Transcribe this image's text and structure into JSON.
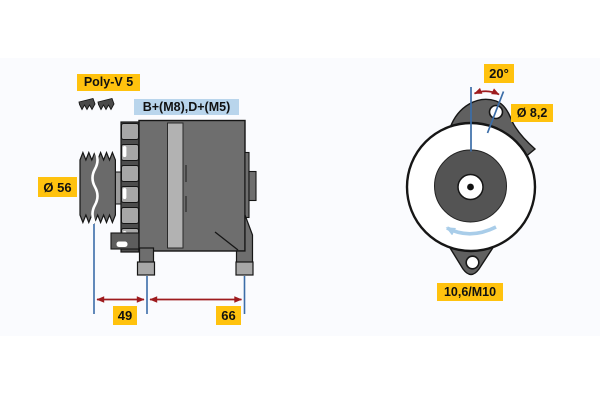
{
  "drawing": {
    "title": "alternator-technical-drawing",
    "side_view": {
      "belt_type_label": "Poly-V 5",
      "terminals_label": "B+(M8),D+(M5)",
      "pulley_diameter_label": "Ø 56",
      "dimension_pulley_to_front_mount": "49",
      "dimension_front_to_rear_mount": "66"
    },
    "front_view": {
      "mount_angle_label": "20°",
      "lug_hole_diameter_label": "Ø 8,2",
      "bottom_mount_hole_label": "10,6/M10"
    },
    "icons": {
      "belt_profile": "poly-v-belt-profile-icon",
      "rotation_direction": "counterclockwise-rotation-arrow-icon"
    },
    "colors": {
      "label_yellow": "#ffc20e",
      "label_blue": "#b9d5ec",
      "dimension_arrow_red": "#9e1b1e",
      "dimension_line_blue": "#3b6da8",
      "rotation_arrow_blue": "#a9cde9",
      "body_gray": "#6e6e6e",
      "body_light_gray": "#a7a7a7",
      "drawing_area_tint": "#fafbfe"
    }
  }
}
